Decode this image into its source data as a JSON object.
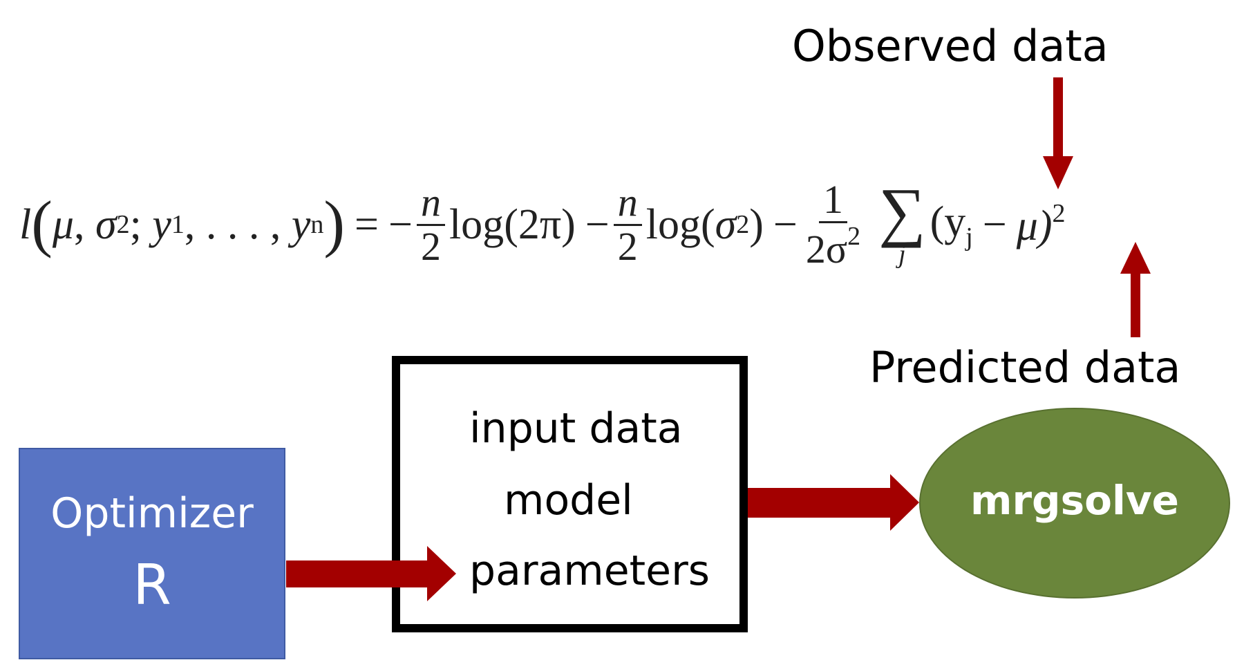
{
  "labels": {
    "observed": "Observed data",
    "predicted": "Predicted data"
  },
  "equation": {
    "lhs_fn": "l",
    "mu": "μ",
    "sigma": "σ",
    "sq": "2",
    "y": "y",
    "sub1": "1",
    "subn": "n",
    "ellipsis": ", . . . ,",
    "equals": "=",
    "minus": "−",
    "n": "n",
    "two": "2",
    "log": "log",
    "two_pi": "(2π)",
    "one": "1",
    "two_sigma": "2σ",
    "sum_index": "j",
    "sum_symbol": "∑",
    "yj_open": "(y",
    "j": "j",
    "mu_close": "μ)"
  },
  "optimizer": {
    "title": "Optimizer",
    "subtitle": "R"
  },
  "midbox": {
    "line1": "input data",
    "line2": "model",
    "line3": "parameters"
  },
  "solver": {
    "label": "mrgsolve"
  },
  "colors": {
    "arrow": "#a30000",
    "optimizer_fill": "#5874c4",
    "solver_fill": "#6a863b"
  }
}
